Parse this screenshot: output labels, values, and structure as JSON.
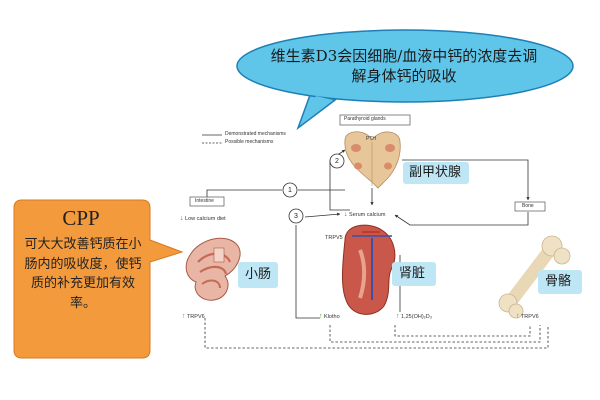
{
  "bubble": {
    "text": "维生素D3会因细胞/血液中钙的浓度去调解身体钙的吸收"
  },
  "cpp": {
    "title": "CPP",
    "body": "可大大改善钙质在小肠内的吸收度，使钙质的补充更加有效率。"
  },
  "legend": {
    "demonstrated": "Demonstrated mechanisms",
    "possible": "Possible mechanisms"
  },
  "boxes": {
    "parathyroid": "Parathyroid glands",
    "intestine": "Intestine",
    "bone": "Bone"
  },
  "small_labels": {
    "pth": "PTH",
    "low_calcium_diet": "Low calcium diet",
    "serum_calcium": "Serum calcium",
    "trpv6_intestine": "TRPV6",
    "trpv5_kidney": "TRPV5",
    "klotho": "Klotho",
    "vitd": "1,25(OH)₂D₃",
    "trpv6_bone": "TRPV6"
  },
  "numbers": {
    "n1": "1",
    "n2": "2",
    "n3": "3"
  },
  "organs": {
    "parathyroid": "副甲状腺",
    "intestine": "小肠",
    "kidney": "肾脏",
    "bone": "骨骼"
  },
  "colors": {
    "bubble_fill": "#5fc6ea",
    "bubble_stroke": "#1f7fb5",
    "cpp_fill": "#f39a3d",
    "organ_label_bg": "#bfe6f5",
    "arrow_up": "#4c9a2a",
    "arrow_down": "#c0392b"
  },
  "icons": [
    "parathyroid-gland-icon",
    "intestine-icon",
    "kidney-icon",
    "bone-icon"
  ]
}
